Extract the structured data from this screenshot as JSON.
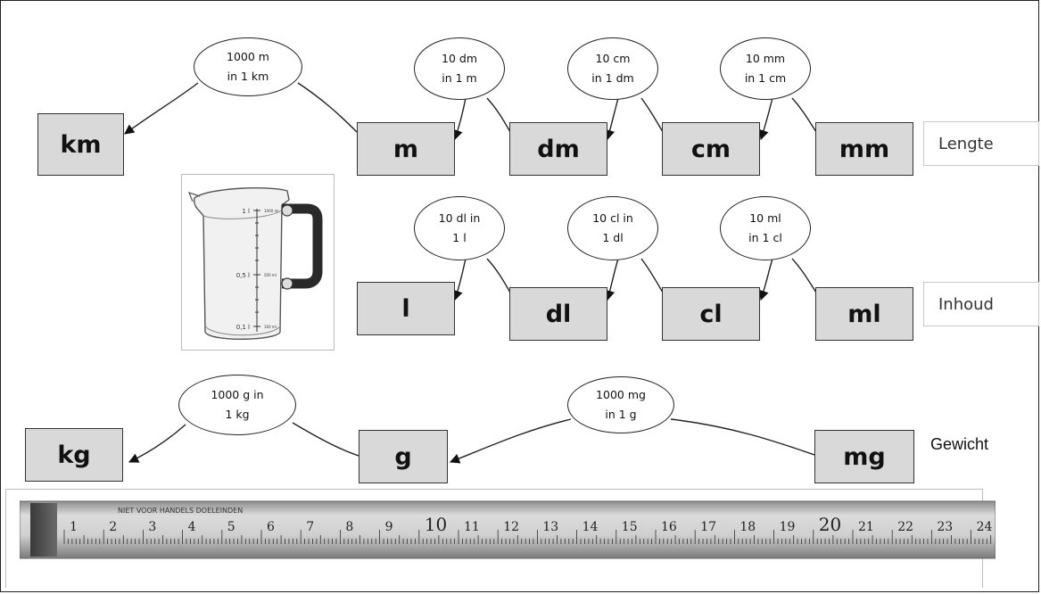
{
  "length": {
    "row_label": "Lengte",
    "units": {
      "km": "km",
      "m": "m",
      "dm": "dm",
      "cm": "cm",
      "mm": "mm"
    },
    "bubbles": [
      {
        "line1": "1000 m",
        "line2": "in 1 km"
      },
      {
        "line1": "10 dm",
        "line2": "in 1 m"
      },
      {
        "line1": "10 cm",
        "line2": "in 1 dm"
      },
      {
        "line1": "10 mm",
        "line2": "in 1 cm"
      }
    ]
  },
  "volume": {
    "row_label": "Inhoud",
    "units": {
      "l": "l",
      "dl": "dl",
      "cl": "cl",
      "ml": "ml"
    },
    "bubbles": [
      {
        "line1": "10 dl in",
        "line2": "1 l"
      },
      {
        "line1": "10 cl in",
        "line2": "1 dl"
      },
      {
        "line1": "10 ml",
        "line2": "in 1 cl"
      }
    ],
    "jug_scale": [
      {
        "left": "1 l",
        "right": "1000 ml"
      },
      {
        "left": "0,5 l",
        "right": "500 ml"
      },
      {
        "left": "0,1 l",
        "right": "100 ml"
      }
    ]
  },
  "weight": {
    "row_label": "Gewicht",
    "units": {
      "kg": "kg",
      "g": "g",
      "mg": "mg"
    },
    "bubbles": [
      {
        "line1": "1000 g in",
        "line2": "1 kg"
      },
      {
        "line1": "1000 mg",
        "line2": "in 1 g"
      }
    ]
  },
  "ruler": {
    "inscription": "NIET VOOR HANDELS DOELEINDEN",
    "numbers": [
      "1",
      "2",
      "3",
      "4",
      "5",
      "6",
      "7",
      "8",
      "9",
      "10",
      "11",
      "12",
      "13",
      "14",
      "15",
      "16",
      "17",
      "18",
      "19",
      "20",
      "21",
      "22",
      "23",
      "24"
    ]
  }
}
